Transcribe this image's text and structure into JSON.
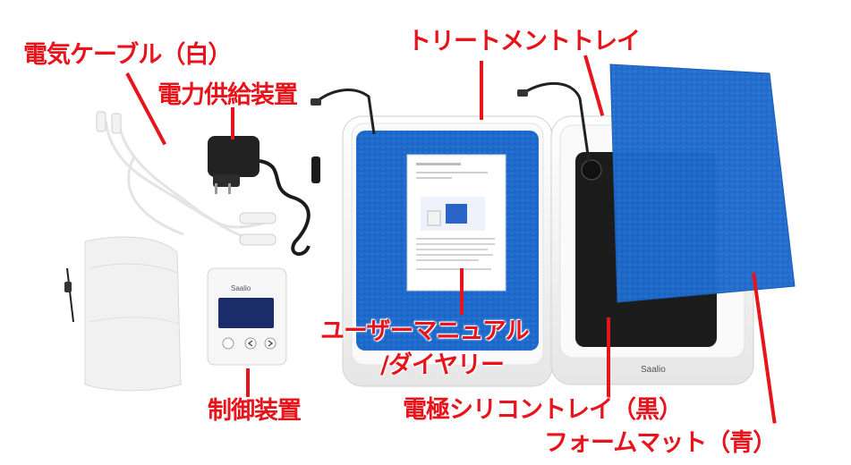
{
  "image": {
    "labels": {
      "cable": "電気ケーブル（白）",
      "power_supply": "電力供給装置",
      "treatment_tray": "トリートメントトレイ",
      "manual_line1": "ユーザーマニュアル",
      "manual_line2": "/ダイヤリー",
      "controller": "制御装置",
      "electrode_tray": "電極シリコントレイ（黒）",
      "foam_mat": "フォームマット（青）"
    },
    "brand_text": "Saalio",
    "colors": {
      "label_red": "#e8141b",
      "foam_blue": "#1f6fd0",
      "tray_white": "#f4f4f4",
      "electrode_black": "#1c1c1c"
    }
  }
}
